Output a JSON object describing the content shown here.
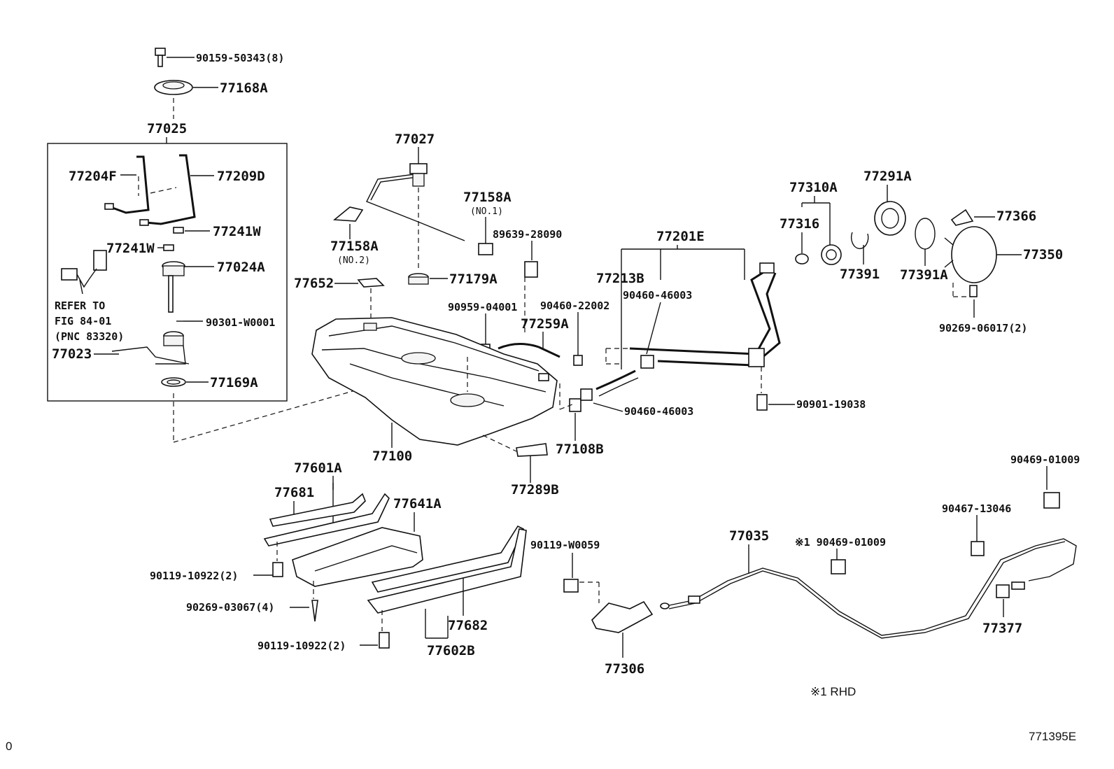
{
  "labels": {
    "p90159": "90159-50343(8)",
    "p77168A": "77168A",
    "p77025": "77025",
    "p77204F": "77204F",
    "p77209D": "77209D",
    "p77241W_a": "77241W",
    "p77241W_b": "77241W",
    "p77024A": "77024A",
    "refer_1": "REFER TO",
    "refer_2": "FIG 84-01",
    "refer_3": "(PNC 83320)",
    "p90301": "90301-W0001",
    "p77023": "77023",
    "p77169A": "77169A",
    "p77027": "77027",
    "p77158A_1": "77158A",
    "p77158A_1n": "(NO.1)",
    "p77158A_2": "77158A",
    "p77158A_2n": "(NO.2)",
    "p89639": "89639-28090",
    "p77652": "77652",
    "p77179A": "77179A",
    "p90959": "90959-04001",
    "p90460_22002": "90460-22002",
    "p77259A": "77259A",
    "p77201E": "77201E",
    "p77213B": "77213B",
    "p90460_46003_a": "90460-46003",
    "p90460_46003_b": "90460-46003",
    "p77310A": "77310A",
    "p77316": "77316",
    "p77291A": "77291A",
    "p77391": "77391",
    "p77391A": "77391A",
    "p77366": "77366",
    "p77350": "77350",
    "p90269_06017": "90269-06017(2)",
    "p90901": "90901-19038",
    "p77100": "77100",
    "p77108B": "77108B",
    "p77289B": "77289B",
    "p77601A": "77601A",
    "p77681": "77681",
    "p77641A": "77641A",
    "p90119_10922_a": "90119-10922(2)",
    "p90269_03067": "90269-03067(4)",
    "p90119_10922_b": "90119-10922(2)",
    "p77682": "77682",
    "p77602B": "77602B",
    "p90119_W0059": "90119-W0059",
    "p77306": "77306",
    "p77035": "77035",
    "p90469_a": "※1 90469-01009",
    "p90469_b": "90469-01009",
    "p90467": "90467-13046",
    "p77377": "77377",
    "note_rhd": "※1 RHD",
    "fig_code": "771395E",
    "page_no": "0"
  }
}
